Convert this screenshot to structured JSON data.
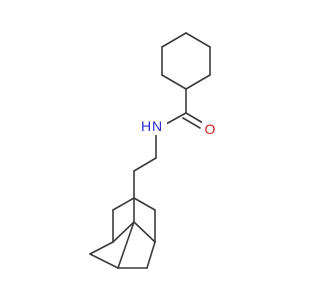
{
  "molecule": {
    "colors": {
      "bond": "#3a3a3a",
      "nitrogen": "#2b2bd6",
      "oxygen": "#d62020",
      "background": "#ffffff"
    },
    "atoms": {
      "nitrogen": {
        "label": "N",
        "hydrogen_label": "H"
      },
      "oxygen": {
        "label": "O"
      }
    }
  }
}
